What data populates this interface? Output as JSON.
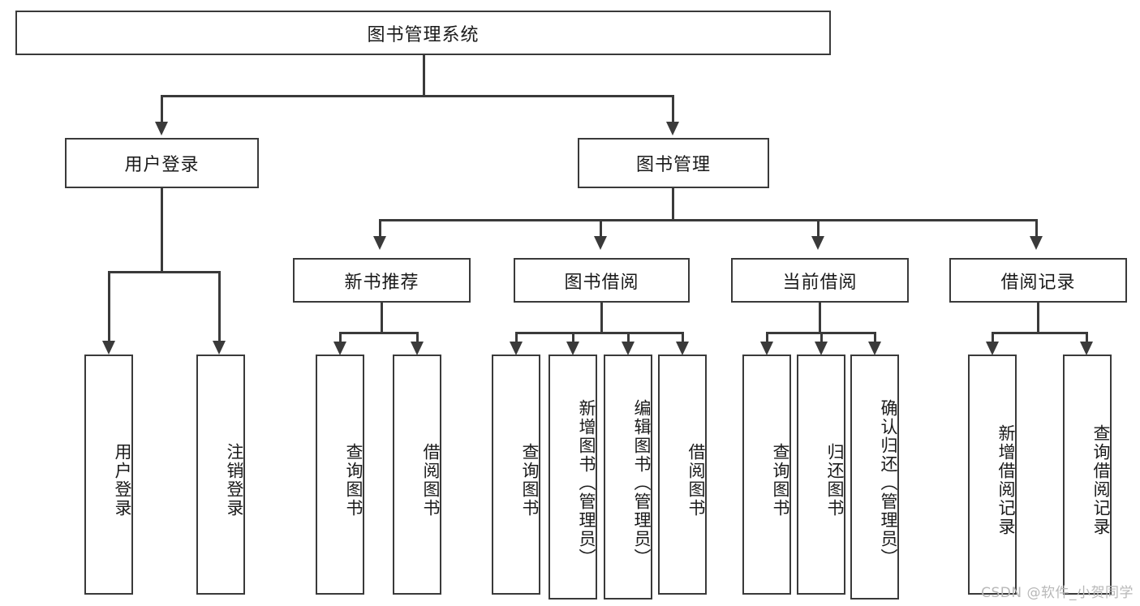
{
  "diagram": {
    "type": "tree-hierarchy",
    "title": "图书管理系统",
    "orientation": "top-down",
    "edge_color": "#3a3a3a",
    "node_fill": "#ffffff",
    "levels": [
      {
        "level": 0,
        "nodes": [
          {
            "id": "root",
            "label": "图书管理系统",
            "text_direction": "horizontal"
          }
        ]
      },
      {
        "level": 1,
        "nodes": [
          {
            "id": "login",
            "label": "用户登录",
            "text_direction": "horizontal",
            "parent": "root"
          },
          {
            "id": "bookmgmt",
            "label": "图书管理",
            "text_direction": "horizontal",
            "parent": "root"
          }
        ]
      },
      {
        "level": 2,
        "nodes": [
          {
            "id": "newbook",
            "label": "新书推荐",
            "text_direction": "horizontal",
            "parent": "bookmgmt"
          },
          {
            "id": "borrow",
            "label": "图书借阅",
            "text_direction": "horizontal",
            "parent": "bookmgmt"
          },
          {
            "id": "current",
            "label": "当前借阅",
            "text_direction": "horizontal",
            "parent": "bookmgmt"
          },
          {
            "id": "records",
            "label": "借阅记录",
            "text_direction": "horizontal",
            "parent": "bookmgmt"
          }
        ]
      },
      {
        "level": 3,
        "nodes": [
          {
            "id": "leaf-login-1",
            "label": "用户登录",
            "text_direction": "vertical",
            "parent": "login"
          },
          {
            "id": "leaf-login-2",
            "label": "注销登录",
            "text_direction": "vertical",
            "parent": "login"
          },
          {
            "id": "leaf-newbook-1",
            "label": "查询图书",
            "text_direction": "vertical",
            "parent": "newbook"
          },
          {
            "id": "leaf-newbook-2",
            "label": "借阅图书",
            "text_direction": "vertical",
            "parent": "newbook"
          },
          {
            "id": "leaf-borrow-1",
            "label": "查询图书",
            "text_direction": "vertical",
            "parent": "borrow"
          },
          {
            "id": "leaf-borrow-2",
            "label": "新增图书（管理员）",
            "text_direction": "vertical",
            "parent": "borrow"
          },
          {
            "id": "leaf-borrow-3",
            "label": "编辑图书（管理员）",
            "text_direction": "vertical",
            "parent": "borrow"
          },
          {
            "id": "leaf-borrow-4",
            "label": "借阅图书",
            "text_direction": "vertical",
            "parent": "borrow"
          },
          {
            "id": "leaf-current-1",
            "label": "查询图书",
            "text_direction": "vertical",
            "parent": "current"
          },
          {
            "id": "leaf-current-2",
            "label": "归还图书",
            "text_direction": "vertical",
            "parent": "current"
          },
          {
            "id": "leaf-current-3",
            "label": "确认归还（管理员）",
            "text_direction": "vertical",
            "parent": "current"
          },
          {
            "id": "leaf-records-1",
            "label": "新增借阅记录",
            "text_direction": "vertical",
            "parent": "records"
          },
          {
            "id": "leaf-records-2",
            "label": "查询借阅记录",
            "text_direction": "vertical",
            "parent": "records"
          }
        ]
      }
    ]
  },
  "watermark": {
    "text": "CSDN @软件_小贺同学"
  }
}
